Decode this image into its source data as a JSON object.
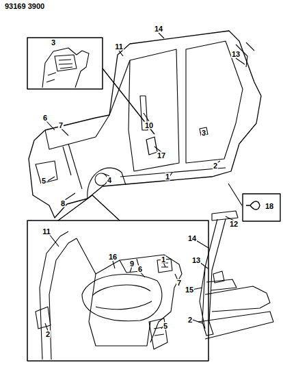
{
  "diagram": {
    "labels": [
      "93169 3900",
      "3",
      "11",
      "14",
      "13",
      "6",
      "7",
      "10",
      "3",
      "17",
      "4",
      "2",
      "1",
      "5",
      "8",
      "18",
      "11",
      "16",
      "9",
      "6",
      "1",
      "7",
      "2",
      "5",
      "12",
      "14",
      "13",
      "15",
      "2"
    ]
  }
}
